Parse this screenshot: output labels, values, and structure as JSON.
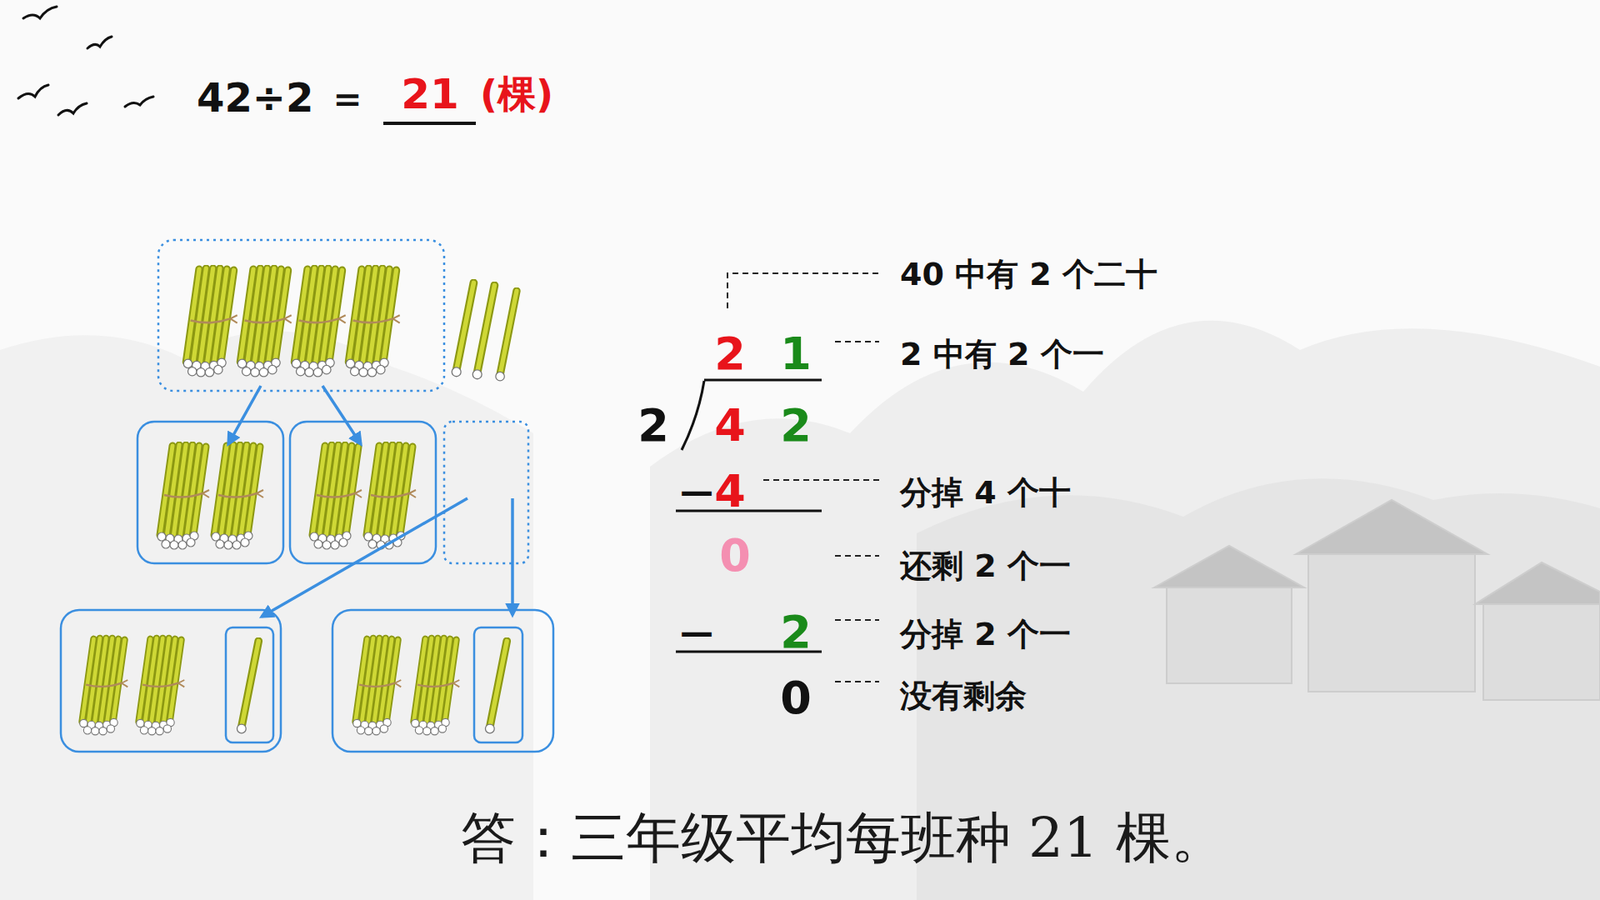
{
  "diagram": {
    "labels": [
      "42÷2 ＝",
      "21",
      "(棵)",
      "40 中有 2 个二十",
      "2",
      "1",
      "2 中有 2 个一",
      "2",
      "4",
      "2",
      "—",
      "4",
      "分掉 4 个十",
      "0",
      "还剩 2 个一",
      "—",
      "2",
      "分掉 2 个一",
      "0",
      "没有剩余",
      "答：三年级平均每班种 21 棵。"
    ]
  }
}
